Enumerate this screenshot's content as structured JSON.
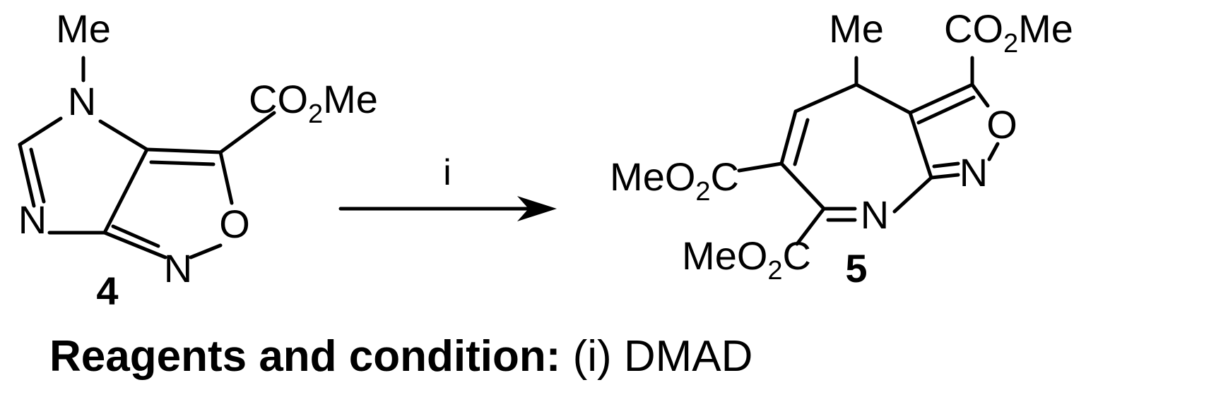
{
  "reactant": {
    "number": "4",
    "atoms": {
      "me": "Me",
      "n_methyl": "N",
      "n_imidazole": "N",
      "n_isoxazole": "N",
      "o_ring": "O",
      "ester": {
        "a": "CO",
        "sub": "2",
        "b": "Me"
      }
    }
  },
  "arrow": {
    "label": "i"
  },
  "product": {
    "number": "5",
    "atoms": {
      "me": "Me",
      "o_ring": "O",
      "n_isoxazole": "N",
      "n_azepine": "N",
      "ester_top": {
        "a": "CO",
        "sub": "2",
        "b": "Me"
      },
      "ester_upper": {
        "a": "MeO",
        "sub": "2",
        "b": "C"
      },
      "ester_lower": {
        "a": "MeO",
        "sub": "2",
        "b": "C"
      }
    }
  },
  "caption": {
    "bold": "Reagents and condition:",
    "text": " (i) DMAD"
  }
}
